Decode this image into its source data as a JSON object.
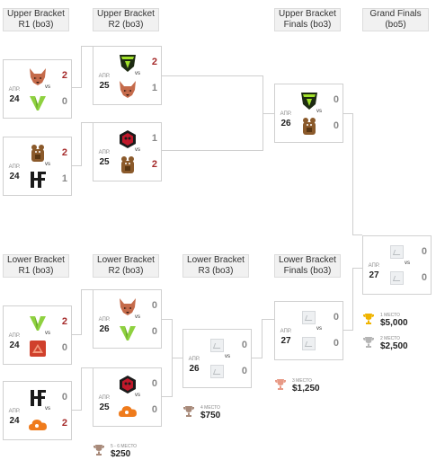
{
  "headers": [
    {
      "line1": "Upper Bracket",
      "line2": "R1 (bo3)"
    },
    {
      "line1": "Upper Bracket",
      "line2": "R2 (bo3)"
    },
    {
      "line1": "Upper Bracket",
      "line2": "Finals (bo3)"
    },
    {
      "line1": "Grand Finals",
      "line2": "(bo5)"
    },
    {
      "line1": "Lower Bracket",
      "line2": "R1 (bo3)"
    },
    {
      "line1": "Lower Bracket",
      "line2": "R2 (bo3)"
    },
    {
      "line1": "Lower Bracket",
      "line2": "R3 (bo3)"
    },
    {
      "line1": "Lower Bracket",
      "line2": "Finals (bo3)"
    }
  ],
  "vs_label": "vs",
  "matches": [
    {
      "month": "АПР.",
      "day": "24",
      "t1": {
        "logo": "red-fox-logo",
        "score": "2",
        "win": true
      },
      "t2": {
        "logo": "green-v-logo",
        "score": "0",
        "win": false
      }
    },
    {
      "month": "АПР.",
      "day": "24",
      "t1": {
        "logo": "brown-bear-logo",
        "score": "2",
        "win": true
      },
      "t2": {
        "logo": "black-hf-logo",
        "score": "1",
        "win": false
      }
    },
    {
      "month": "АПР.",
      "day": "25",
      "t1": {
        "logo": "green-shield-logo",
        "score": "2",
        "win": true
      },
      "t2": {
        "logo": "red-fox-logo",
        "score": "1",
        "win": false
      }
    },
    {
      "month": "АПР.",
      "day": "25",
      "t1": {
        "logo": "black-red-skull-logo",
        "score": "1",
        "win": false
      },
      "t2": {
        "logo": "brown-bear-logo",
        "score": "2",
        "win": true
      }
    },
    {
      "month": "АПР.",
      "day": "26",
      "t1": {
        "logo": "green-shield-logo",
        "score": "0",
        "win": false
      },
      "t2": {
        "logo": "brown-bear-logo",
        "score": "0",
        "win": false
      }
    },
    {
      "month": "АПР.",
      "day": "27",
      "t1": {
        "logo": "placeholder-logo",
        "score": "0",
        "win": false
      },
      "t2": {
        "logo": "placeholder-logo",
        "score": "0",
        "win": false
      }
    },
    {
      "month": "АПР.",
      "day": "24",
      "t1": {
        "logo": "green-v-logo",
        "score": "2",
        "win": true
      },
      "t2": {
        "logo": "red-square-logo",
        "score": "0",
        "win": false
      }
    },
    {
      "month": "АПР.",
      "day": "24",
      "t1": {
        "logo": "black-hf-logo",
        "score": "0",
        "win": false
      },
      "t2": {
        "logo": "orange-cloud-logo",
        "score": "2",
        "win": true
      }
    },
    {
      "month": "АПР.",
      "day": "26",
      "t1": {
        "logo": "red-fox-logo",
        "score": "0",
        "win": false
      },
      "t2": {
        "logo": "green-v-logo",
        "score": "0",
        "win": false
      }
    },
    {
      "month": "АПР.",
      "day": "25",
      "t1": {
        "logo": "black-red-skull-logo",
        "score": "0",
        "win": false
      },
      "t2": {
        "logo": "orange-cloud-logo",
        "score": "0",
        "win": false
      }
    },
    {
      "month": "АПР.",
      "day": "26",
      "t1": {
        "logo": "placeholder-logo",
        "score": "0",
        "win": false
      },
      "t2": {
        "logo": "placeholder-logo",
        "score": "0",
        "win": false
      }
    },
    {
      "month": "АПР.",
      "day": "27",
      "t1": {
        "logo": "placeholder-logo",
        "score": "0",
        "win": false
      },
      "t2": {
        "logo": "placeholder-logo",
        "score": "0",
        "win": false
      }
    }
  ],
  "prizes": [
    {
      "place": "1 МЕСТО",
      "amount": "$5,000",
      "cup": "gold-cup-icon",
      "color": "#f0b400"
    },
    {
      "place": "2 МЕСТО",
      "amount": "$2,500",
      "cup": "silver-cup-icon",
      "color": "#b5b5b5"
    },
    {
      "place": "3 МЕСТО",
      "amount": "$1,250",
      "cup": "bronze-cup-icon",
      "color": "#e89a86"
    },
    {
      "place": "4 МЕСТО",
      "amount": "$750",
      "cup": "bronze-cup-icon",
      "color": "#a88a7a"
    },
    {
      "place": "5 - 6 МЕСТО",
      "amount": "$250",
      "cup": "bronze-cup-icon",
      "color": "#a88a7a"
    }
  ]
}
